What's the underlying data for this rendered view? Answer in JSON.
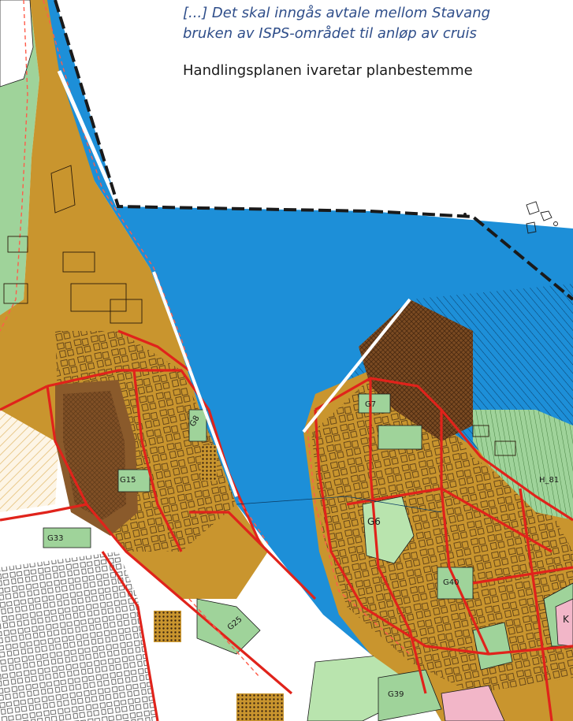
{
  "document": {
    "quote_lines": [
      "[...] Det skal inngås avtale mellom Stavang",
      "bruken av ISPS-området til anløp av cruis"
    ],
    "body_line": "Handlingsplanen ivaretar planbestemme"
  },
  "map": {
    "zone_labels": [
      {
        "key": "g15",
        "text": "G15"
      },
      {
        "key": "g6",
        "text": "G6"
      },
      {
        "key": "g7",
        "text": "G7"
      },
      {
        "key": "g33",
        "text": "G33"
      },
      {
        "key": "g39",
        "text": "G39"
      },
      {
        "key": "g40",
        "text": "G40"
      },
      {
        "key": "g25",
        "text": "G25"
      },
      {
        "key": "g8",
        "text": "G8"
      },
      {
        "key": "k",
        "text": "K"
      },
      {
        "key": "h81",
        "text": "H_81"
      }
    ],
    "colors": {
      "water": "#1d8fd8",
      "built_zone": "#c9952e",
      "dense_zone": "#8a5a2b",
      "green_zone": "#9fd39a",
      "light_green": "#b9e4ae",
      "road": "#e0231b",
      "boundary": "#1a1a1a",
      "pink_zone": "#f2b6c8"
    }
  }
}
